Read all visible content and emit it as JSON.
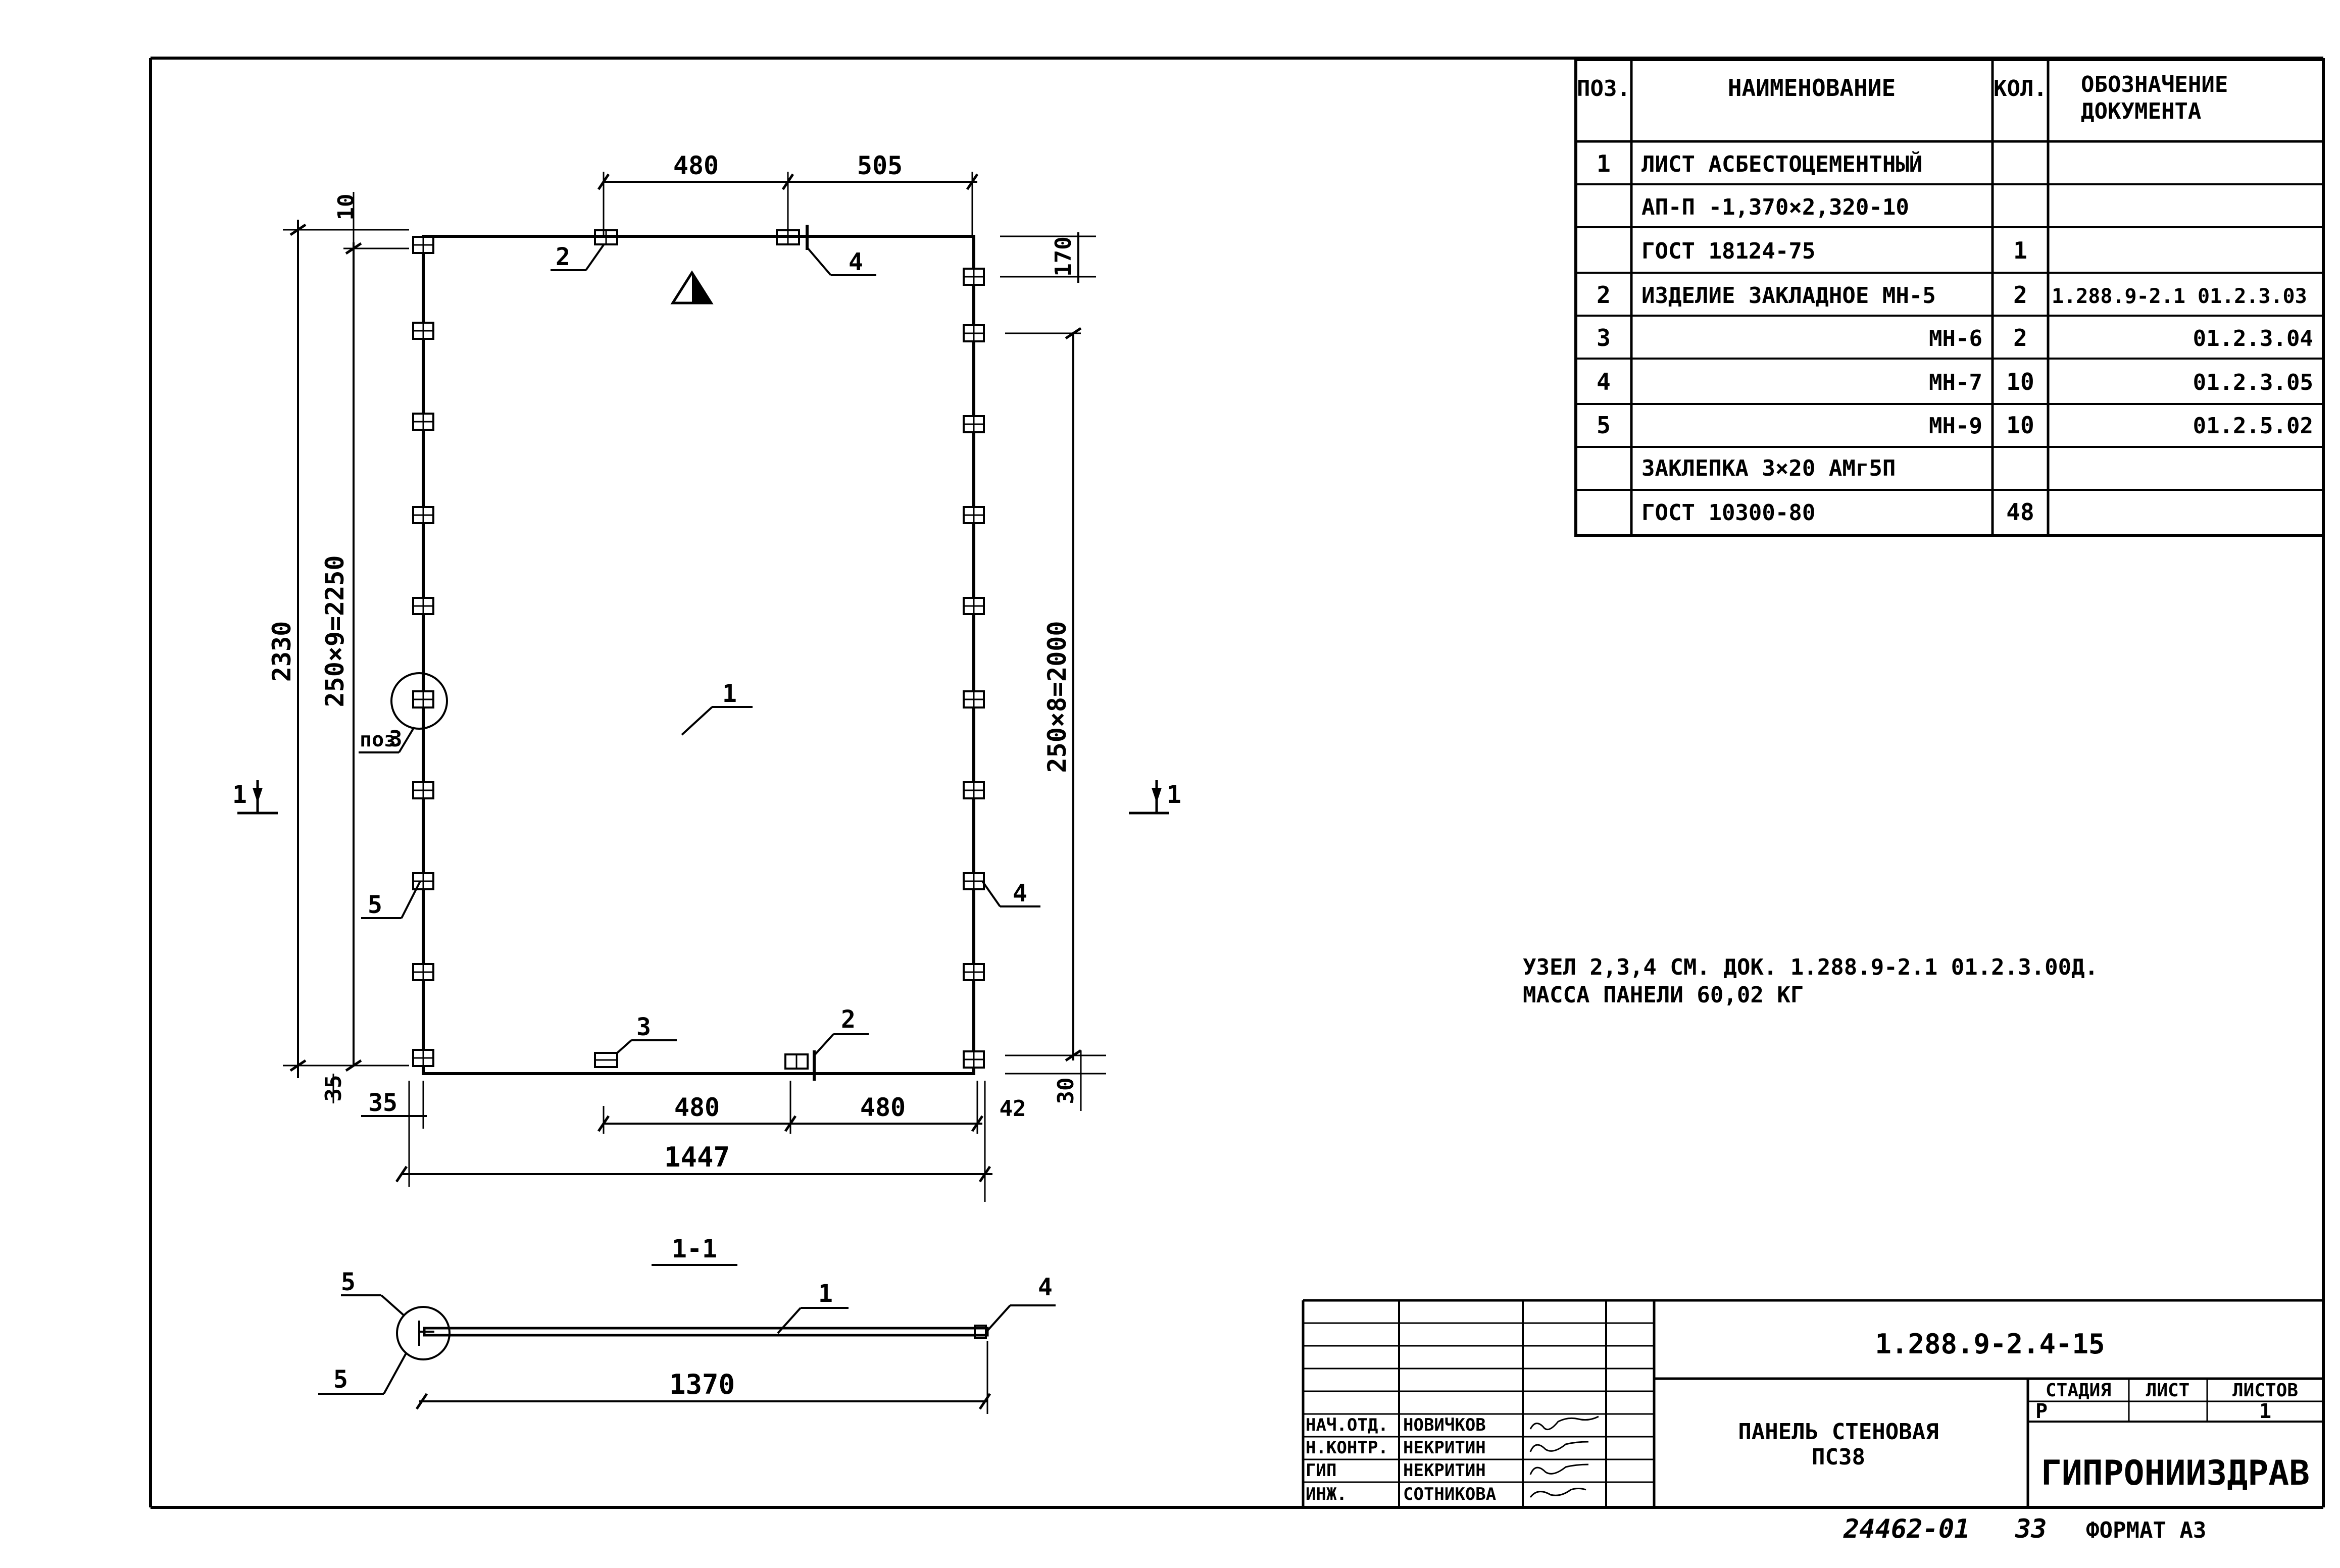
{
  "spec_table": {
    "headers": {
      "pos": "ПОЗ.",
      "name": "НАИМЕНОВАНИЕ",
      "qty": "КОЛ.",
      "doc_line1": "ОБОЗНАЧЕНИЕ",
      "doc_line2": "ДОКУМЕНТА"
    },
    "rows": [
      {
        "pos": "1",
        "name": "ЛИСТ АСБЕСТОЦЕМЕНТНЫЙ",
        "qty": "",
        "doc": ""
      },
      {
        "pos": "",
        "name": "АП-П -1,370×2,320-10",
        "qty": "",
        "doc": ""
      },
      {
        "pos": "",
        "name": "ГОСТ 18124-75",
        "qty": "1",
        "doc": ""
      },
      {
        "pos": "2",
        "name": "ИЗДЕЛИЕ ЗАКЛАДНОЕ МН-5",
        "qty": "2",
        "doc": "1.288.9-2.1 01.2.3.03"
      },
      {
        "pos": "3",
        "name": "МН-6",
        "qty": "2",
        "doc": "01.2.3.04"
      },
      {
        "pos": "4",
        "name": "МН-7",
        "qty": "10",
        "doc": "01.2.3.05"
      },
      {
        "pos": "5",
        "name": "МН-9",
        "qty": "10",
        "doc": "01.2.5.02"
      },
      {
        "pos": "",
        "name": "ЗАКЛЕПКА 3×20 АМг5П",
        "qty": "",
        "doc": ""
      },
      {
        "pos": "",
        "name": "ГОСТ 10300-80",
        "qty": "48",
        "doc": ""
      }
    ]
  },
  "notes": {
    "line1": "УЗЕЛ 2,3,4 СМ. ДОК. 1.288.9-2.1 01.2.3.00Д.",
    "line2": "МАССА ПАНЕЛИ 60,02 КГ"
  },
  "plan": {
    "dim_top_left": "480",
    "dim_top_right": "505",
    "dim_top_edge": "10",
    "dim_right_top": "170",
    "dim_left_total": "2330",
    "dim_left_chain": "250×9=2250",
    "dim_right_chain": "250×8=2000",
    "dim_bottom_left": "35",
    "dim_bottom_left_v": "35",
    "dim_bottom_mid_left": "480",
    "dim_bottom_mid_right": "480",
    "dim_bottom_right": "42",
    "dim_bottom_right_v": "30",
    "dim_total_width": "1447",
    "callout_1": "1",
    "callout_2_top": "2",
    "callout_4_top": "4",
    "callout_3_bottom": "3",
    "callout_2_bottom": "2",
    "callout_4_right": "4",
    "callout_5_left": "5",
    "node_label": "поз",
    "section_mark_left": "1",
    "section_mark_right": "1"
  },
  "section": {
    "title": "1-1",
    "callout_5_top": "5",
    "callout_5_bottom": "5",
    "callout_1": "1",
    "callout_4": "4",
    "dim_width": "1370"
  },
  "title_block": {
    "designation": "1.288.9-2.4-15",
    "sheet_title_line1": "ПАНЕЛЬ СТЕНОВАЯ",
    "sheet_title_line2": "ПС38",
    "stage_label": "СТАДИЯ",
    "sheet_label": "ЛИСТ",
    "sheets_label": "ЛИСТОВ",
    "stage_value": "Р",
    "sheets_value": "1",
    "organization": "ГИПРОНИИЗДРАВ",
    "signers": [
      {
        "role": "НАЧ.ОТД.",
        "name": "НОВИЧКОВ"
      },
      {
        "role": "Н.КОНТР.",
        "name": "НЕКРИТИН"
      },
      {
        "role": "ГИП",
        "name": "НЕКРИТИН"
      },
      {
        "role": "ИНЖ.",
        "name": "СОТНИКОВА"
      }
    ]
  },
  "footer": {
    "inventory": "24462-01",
    "page": "33",
    "format": "ФОРМАТ А3"
  }
}
